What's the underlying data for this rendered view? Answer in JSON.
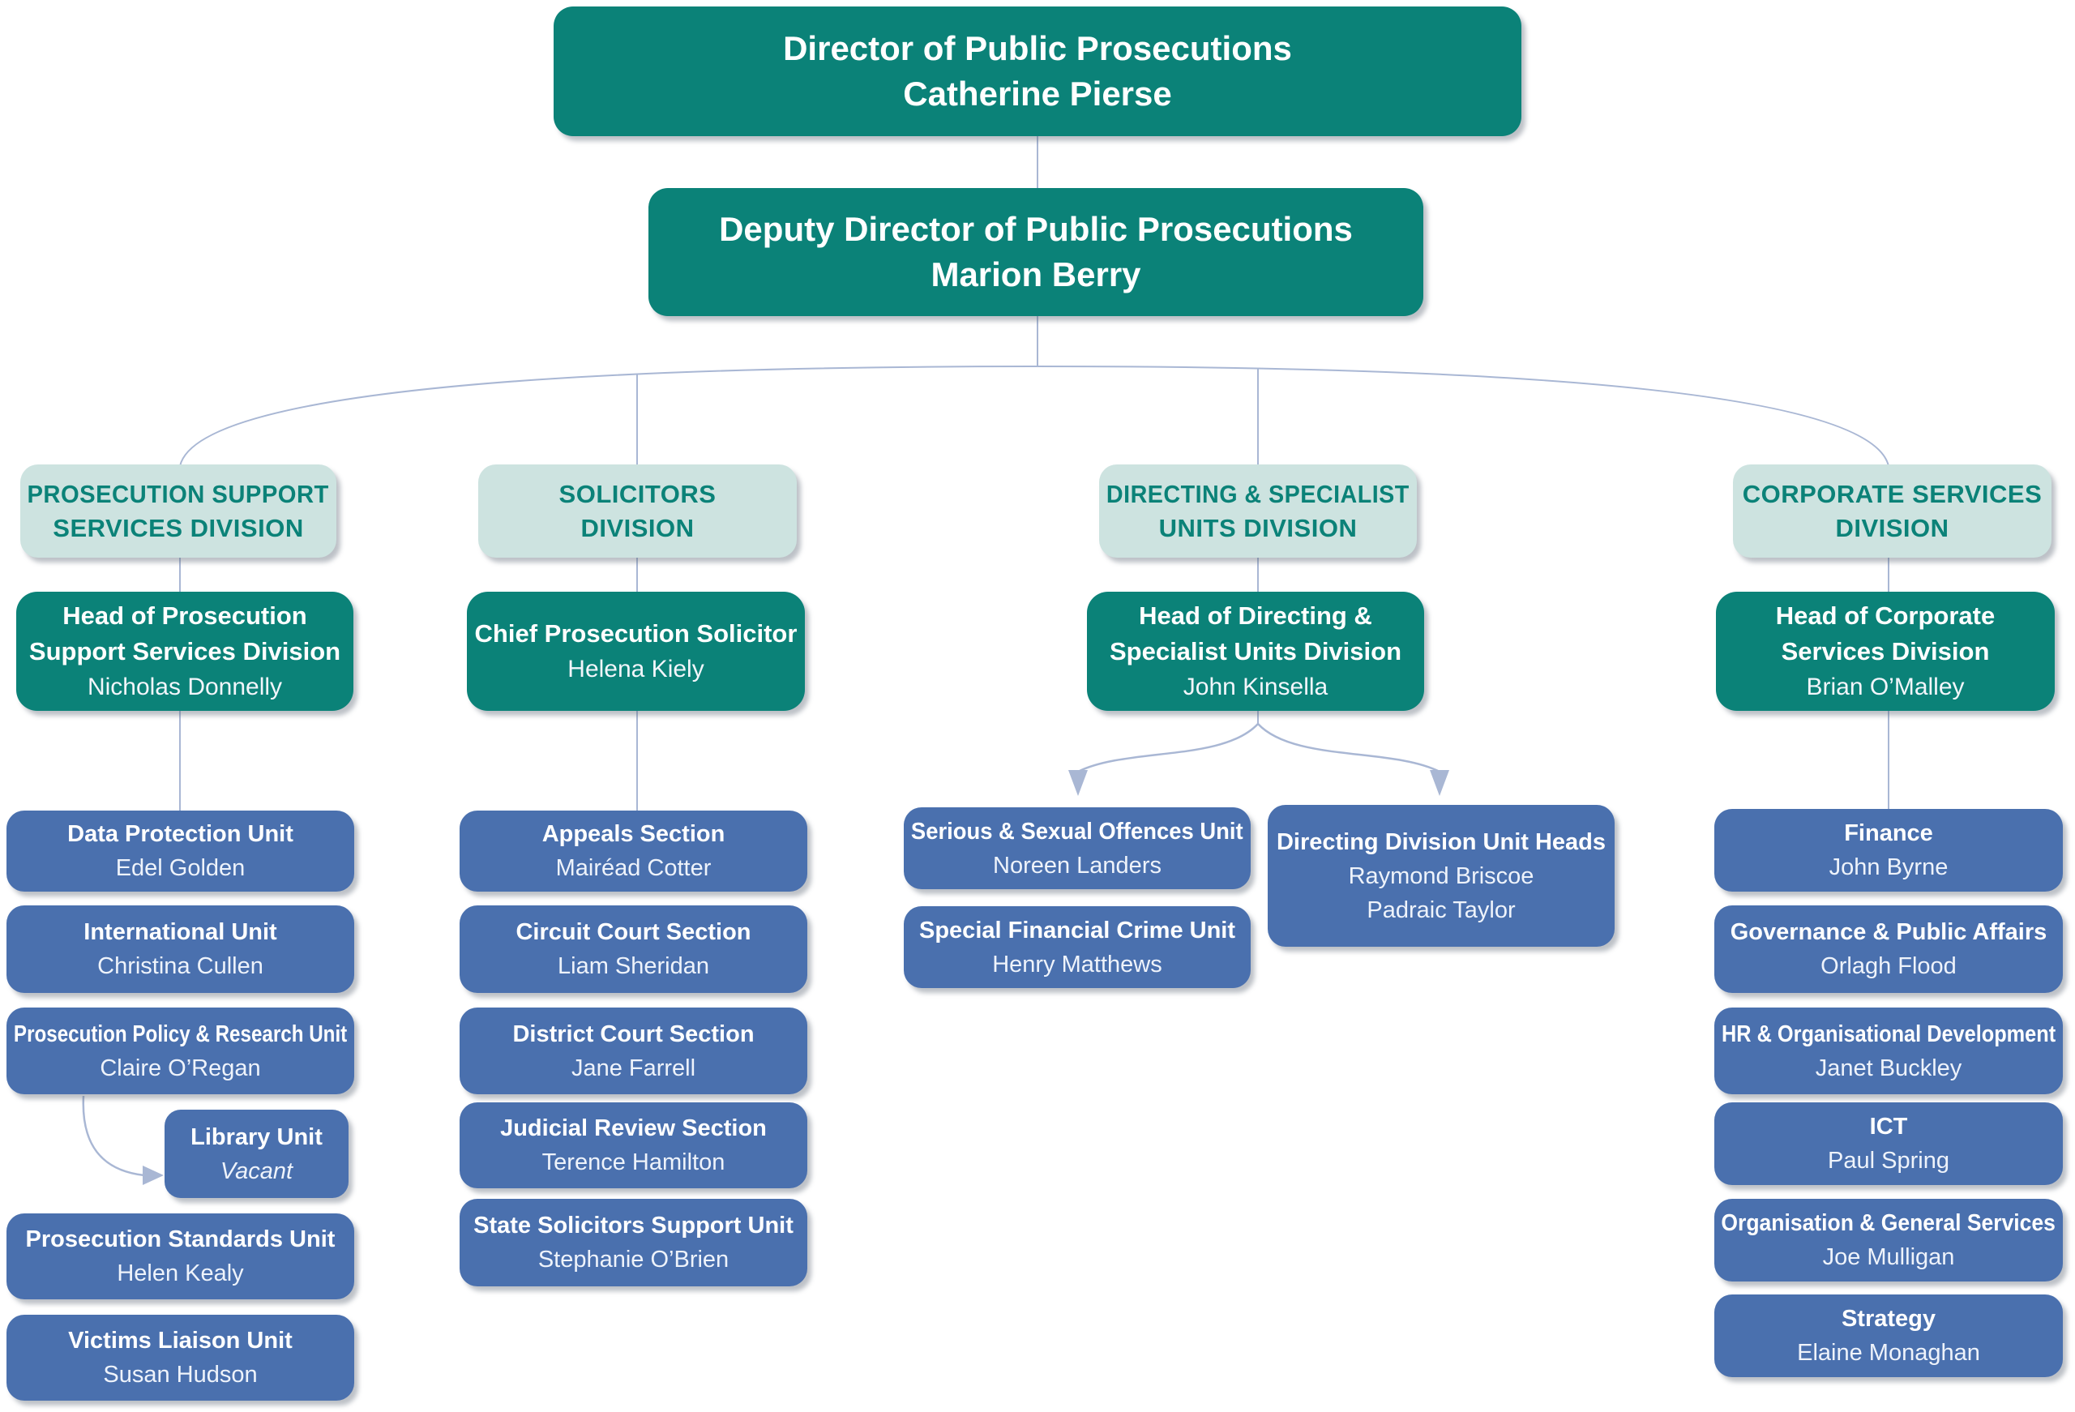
{
  "director": {
    "title": "Director of Public Prosecutions",
    "name": "Catherine Pierse"
  },
  "deputy": {
    "title": "Deputy Director of Public Prosecutions",
    "name": "Marion Berry"
  },
  "divisions": [
    {
      "header_lines": [
        "PROSECUTION SUPPORT",
        "SERVICES DIVISION"
      ],
      "head": {
        "title_lines": [
          "Head of Prosecution",
          "Support Services Division"
        ],
        "name": "Nicholas Donnelly"
      },
      "units": [
        {
          "title": "Data Protection Unit",
          "name": "Edel Golden"
        },
        {
          "title": "International Unit",
          "name": "Christina Cullen"
        },
        {
          "title": "Prosecution Policy & Research Unit",
          "name": "Claire O’Regan"
        },
        {
          "title": "Library Unit",
          "name": "Vacant"
        },
        {
          "title": "Prosecution Standards Unit",
          "name": "Helen Kealy"
        },
        {
          "title": "Victims Liaison Unit",
          "name": "Susan Hudson"
        }
      ]
    },
    {
      "header_lines": [
        "SOLICITORS",
        "DIVISION"
      ],
      "head": {
        "title_lines": [
          "Chief Prosecution Solicitor"
        ],
        "name": "Helena Kiely"
      },
      "units": [
        {
          "title": "Appeals Section",
          "name": "Mairéad Cotter"
        },
        {
          "title": "Circuit Court Section",
          "name": "Liam Sheridan"
        },
        {
          "title": "District Court Section",
          "name": "Jane Farrell"
        },
        {
          "title": "Judicial Review Section",
          "name": "Terence Hamilton"
        },
        {
          "title": "State Solicitors Support Unit",
          "name": "Stephanie O’Brien"
        }
      ]
    },
    {
      "header_lines": [
        "DIRECTING & SPECIALIST",
        "UNITS DIVISION"
      ],
      "head": {
        "title_lines": [
          "Head of Directing &",
          "Specialist Units Division"
        ],
        "name": "John Kinsella"
      },
      "units": [
        {
          "title": "Serious & Sexual Offences Unit",
          "name": "Noreen Landers"
        },
        {
          "title": "Special Financial Crime Unit",
          "name": "Henry Matthews"
        },
        {
          "title": "Directing Division Unit Heads",
          "names": [
            "Raymond Briscoe",
            "Padraic Taylor"
          ]
        }
      ]
    },
    {
      "header_lines": [
        "CORPORATE SERVICES",
        "DIVISION"
      ],
      "head": {
        "title_lines": [
          "Head of Corporate",
          "Services Division"
        ],
        "name": "Brian O’Malley"
      },
      "units": [
        {
          "title": "Finance",
          "name": "John Byrne"
        },
        {
          "title": "Governance & Public Affairs",
          "name": "Orlagh Flood"
        },
        {
          "title": "HR & Organisational Development",
          "name": "Janet Buckley"
        },
        {
          "title": "ICT",
          "name": "Paul Spring"
        },
        {
          "title": "Organisation & General Services",
          "name": "Joe Mulligan"
        },
        {
          "title": "Strategy",
          "name": "Elaine Monaghan"
        }
      ]
    }
  ],
  "colors": {
    "teal": "#0b8278",
    "teal_light": "#cde3e0",
    "blue": "#4a70ae",
    "line": "#a9b7d4"
  }
}
